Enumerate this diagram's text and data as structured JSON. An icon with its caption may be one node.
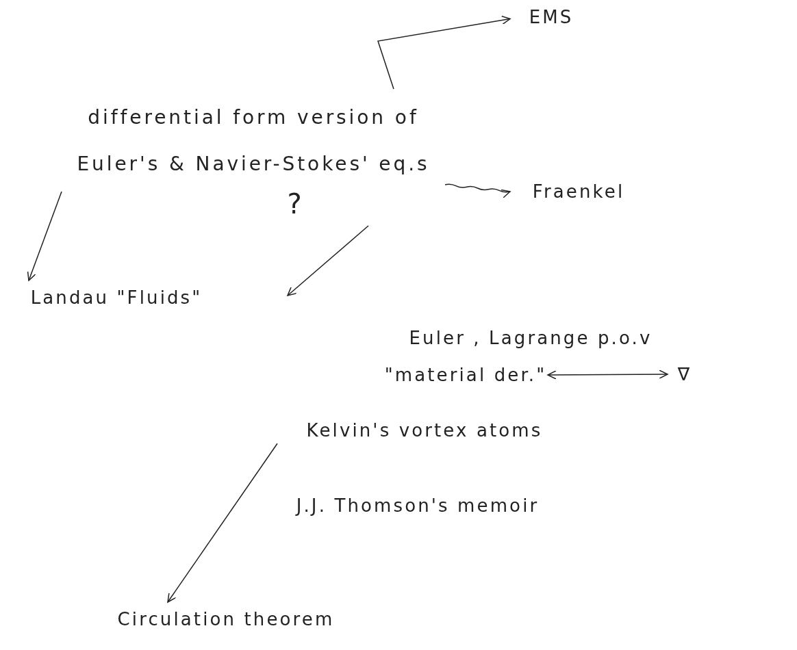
{
  "diagram": {
    "nodes": [
      {
        "text": [
          "differential form version of Euler's & Navier-Stokes' eq.s",
          "?"
        ]
      },
      {
        "text": [
          "EMS"
        ]
      },
      {
        "text": [
          "Fraenkel"
        ]
      },
      {
        "text": [
          "Landau \"Fluids\""
        ]
      },
      {
        "text": [
          "Euler , Lagrange p.o.v"
        ]
      },
      {
        "text": [
          "\"material der.\""
        ]
      },
      {
        "text": [
          "∇"
        ]
      },
      {
        "text": [
          "Kelvin's vortex atoms"
        ]
      },
      {
        "text": [
          "J.J. Thomson's memoir"
        ]
      },
      {
        "text": [
          "Circulation theorem"
        ]
      }
    ],
    "edges": [
      {
        "from": 0,
        "to": 1,
        "arrow": "to"
      },
      {
        "from": 0,
        "to": 2,
        "arrow": "to"
      },
      {
        "from": 0,
        "to": 3,
        "arrow": "to"
      },
      {
        "from": 0,
        "to": null,
        "arrow": "to"
      },
      {
        "from": 5,
        "to": 6,
        "arrow": "both"
      },
      {
        "from": 7,
        "to": 9,
        "arrow": "to"
      }
    ]
  }
}
